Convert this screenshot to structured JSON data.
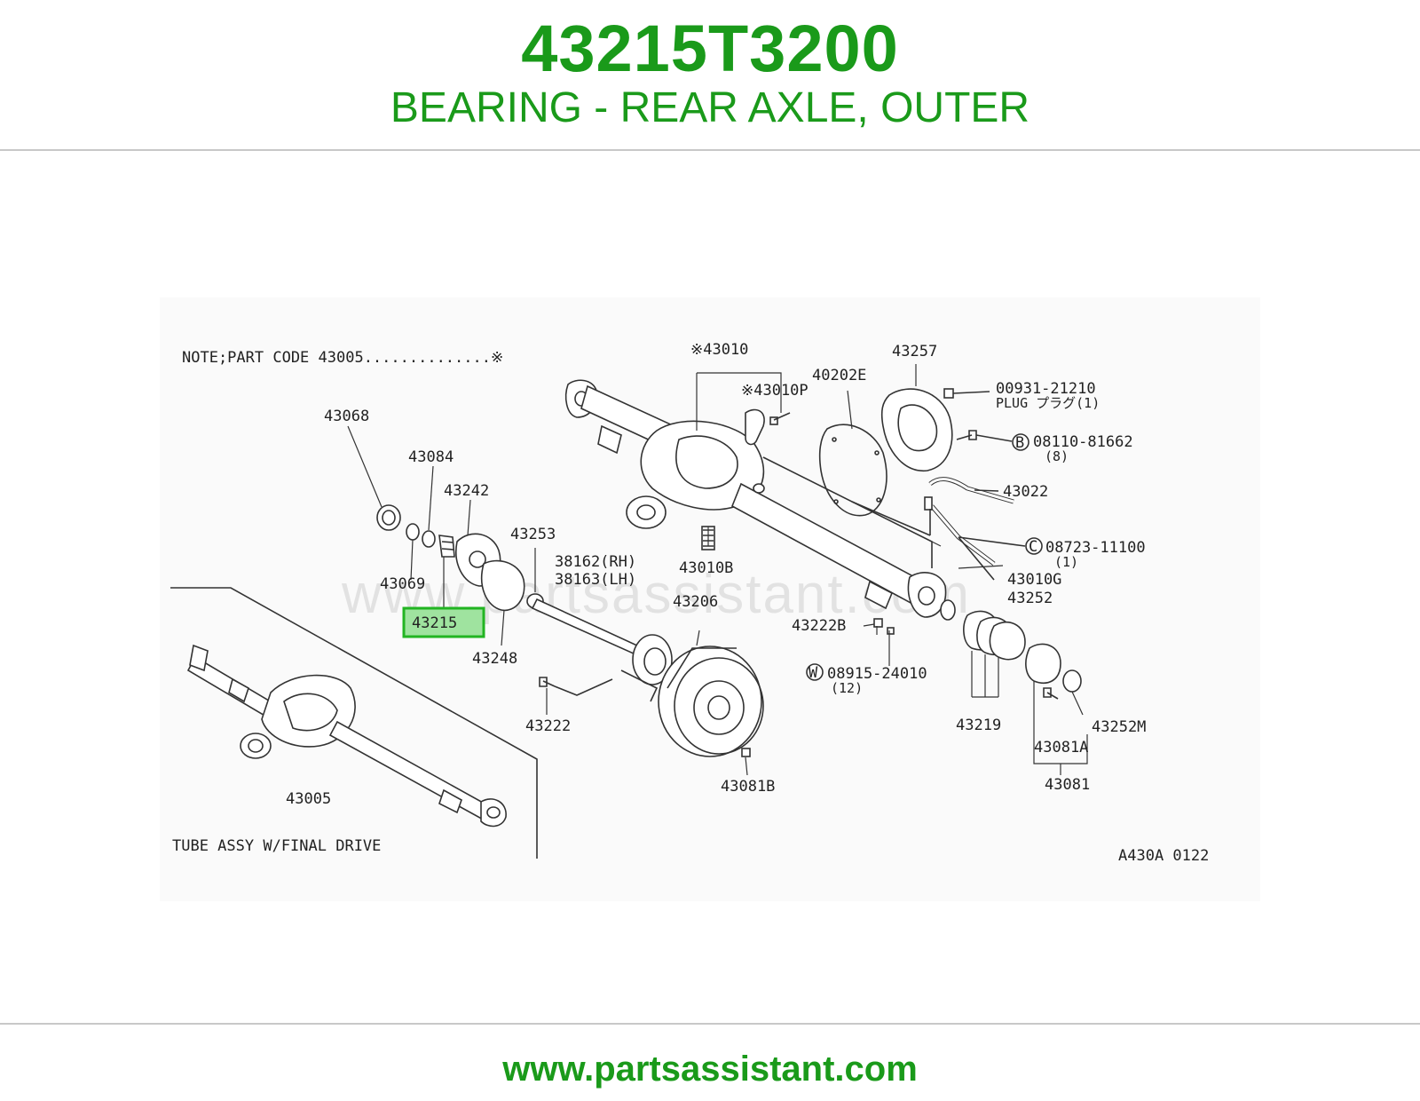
{
  "header": {
    "part_number": "43215T3200",
    "description": "BEARING - REAR AXLE, OUTER"
  },
  "colors": {
    "brand_green": "#1a9a1a",
    "highlight_fill": "#9fe39f",
    "highlight_border": "#22b422",
    "rule_gray": "#c8c8c8"
  },
  "diagram": {
    "note": "NOTE;PART CODE 43005..............※",
    "watermark": "www.partsassistant.com",
    "assembly_label": "TUBE ASSY W/FINAL DRIVE",
    "drawing_id": "A430A 0122",
    "highlighted_callout": "43215",
    "callouts": {
      "c43068": "43068",
      "c43084": "43084",
      "c43242": "43242",
      "c43069": "43069",
      "c43253": "43253",
      "c38162": "38162(RH)",
      "c38163": "38163(LH)",
      "c43248": "43248",
      "c43206": "43206",
      "c43222": "43222",
      "c43081b": "43081B",
      "c43010": "※43010",
      "c43010p": "※43010P",
      "c43010b": "43010B",
      "c40202e": "40202E",
      "c43257": "43257",
      "c00931": "00931-21210",
      "c_plug": "PLUG プラグ(1)",
      "c08110": "08110-81662",
      "c08110_qty": "(8)",
      "c43022": "43022",
      "c08723": "08723-11100",
      "c08723_qty": "(1)",
      "c43010g": "43010G",
      "c43252": "43252",
      "c43222b": "43222B",
      "c08915": "08915-24010",
      "c08915_qty": "(12)",
      "c43219": "43219",
      "c43252m": "43252M",
      "c43081a": "43081A",
      "c43081": "43081",
      "c43005": "43005",
      "badge_b": "B",
      "badge_c": "C",
      "badge_w": "W"
    }
  },
  "footer": {
    "url": "www.partsassistant.com"
  }
}
